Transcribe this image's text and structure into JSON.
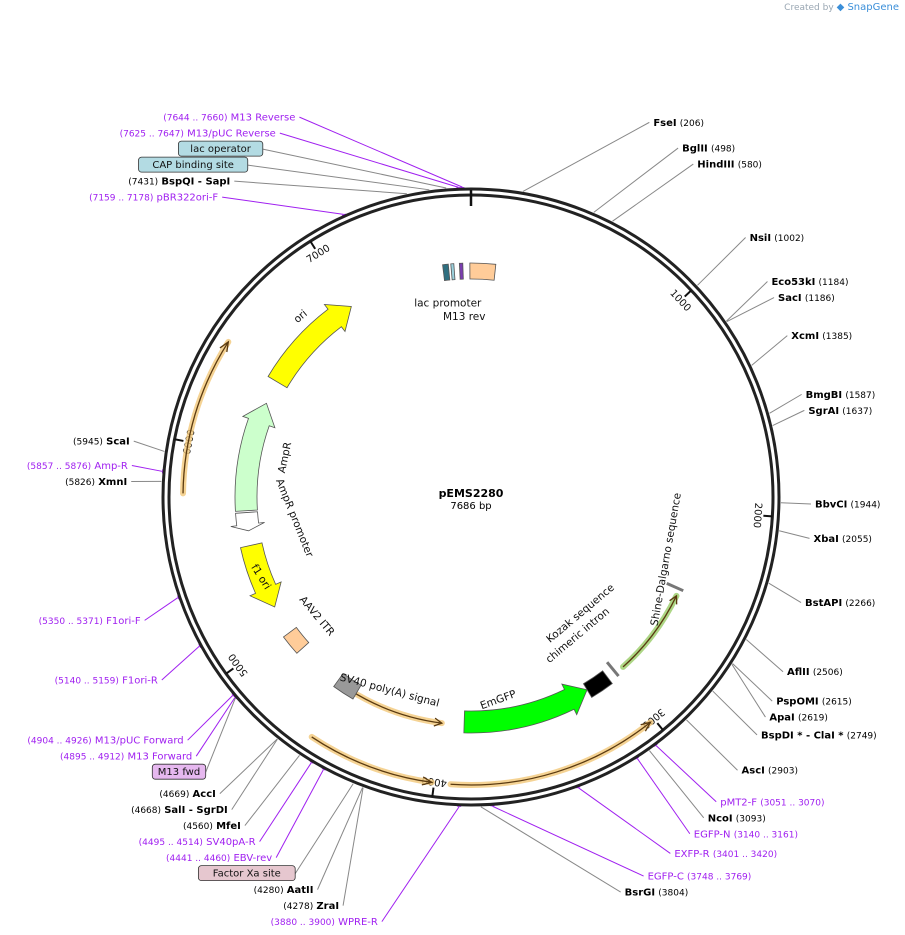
{
  "credit": {
    "prefix": "Created by",
    "brand": "SnapGene"
  },
  "plasmid": {
    "name": "pEMS2280",
    "size_label": "7686 bp",
    "length": 7686
  },
  "ticks": [
    {
      "label": "1000",
      "bp": 1000
    },
    {
      "label": "2000",
      "bp": 2000
    },
    {
      "label": "3000",
      "bp": 3000
    },
    {
      "label": "4000",
      "bp": 4000
    },
    {
      "label": "5000",
      "bp": 5000
    },
    {
      "label": "6000",
      "bp": 6000
    },
    {
      "label": "7000",
      "bp": 7000
    }
  ],
  "features": [
    {
      "name": "lac promoter",
      "start": 7537,
      "end": 7567,
      "color": "#2f6f80",
      "type": "box"
    },
    {
      "name": "lac operator",
      "start": 7580,
      "end": 7596,
      "color": "#9ad0dc",
      "type": "box"
    },
    {
      "name": "M13 rev",
      "start": 7625,
      "end": 7643,
      "color": "#7a3db0",
      "type": "box"
    },
    {
      "name": "AAV2 ITR",
      "start": 7680,
      "end": 130,
      "color": "#ffcc99",
      "type": "box"
    },
    {
      "name": "ori",
      "start": 6420,
      "end": 7000,
      "color": "#ffff00",
      "type": "arrow",
      "dir": 1
    },
    {
      "name": "AmpR",
      "start": 5690,
      "end": 6290,
      "color": "#ccffcc",
      "type": "arrow",
      "dir": 1
    },
    {
      "name": "AmpR promoter",
      "start": 5580,
      "end": 5680,
      "color": "#ffffff",
      "type": "arrow",
      "dir": -1
    },
    {
      "name": "f1 ori",
      "start": 5140,
      "end": 5500,
      "color": "#ffff00",
      "type": "arrow",
      "dir": -1
    },
    {
      "name": "AAV2 ITR",
      "start": 4870,
      "end": 4980,
      "color": "#ffcc99",
      "type": "box"
    },
    {
      "name": "SV40 poly(A) signal",
      "start": 4490,
      "end": 4610,
      "color": "#999999",
      "type": "box"
    },
    {
      "name": "EmGFP",
      "start": 3180,
      "end": 3880,
      "color": "#00ff00",
      "type": "arrow",
      "dir": -1
    },
    {
      "name": "chimeric intron",
      "start": 3050,
      "end": 3180,
      "color": "#000000",
      "type": "box"
    },
    {
      "name": "Kozak sequence",
      "start": 3000,
      "end": 3010,
      "color": "#999999",
      "type": "tick"
    },
    {
      "name": "Shine-Dalgarno sequence",
      "start": 2430,
      "end": 2440,
      "color": "#999999",
      "type": "tick"
    }
  ],
  "orf_arcs": [
    {
      "start": 2470,
      "end": 2950,
      "dir": -1,
      "inner": true,
      "color": "#99cc66"
    },
    {
      "start": 3020,
      "end": 3930,
      "dir": -1,
      "inner": false,
      "color": "#f2c879"
    },
    {
      "start": 4000,
      "end": 4530,
      "dir": -1,
      "inner": true,
      "color": "#f2c879"
    },
    {
      "start": 4010,
      "end": 4560,
      "dir": -1,
      "inner": false,
      "color": "#f2c879"
    },
    {
      "start": 5780,
      "end": 6460,
      "dir": 1,
      "inner": false,
      "color": "#f2c879"
    }
  ],
  "enzymes": [
    {
      "name": "FseI",
      "pos": "(206)",
      "bp": 206
    },
    {
      "name": "BglII",
      "pos": "(498)",
      "bp": 498
    },
    {
      "name": "HindIII",
      "pos": "(580)",
      "bp": 580
    },
    {
      "name": "NsiI",
      "pos": "(1002)",
      "bp": 1002
    },
    {
      "name": "Eco53kI",
      "pos": "(1184)",
      "bp": 1184
    },
    {
      "name": "SacI",
      "pos": "(1186)",
      "bp": 1186
    },
    {
      "name": "XcmI",
      "pos": "(1385)",
      "bp": 1385
    },
    {
      "name": "BmgBI",
      "pos": "(1587)",
      "bp": 1587
    },
    {
      "name": "SgrAI",
      "pos": "(1637)",
      "bp": 1637
    },
    {
      "name": "BbvCI",
      "pos": "(1944)",
      "bp": 1944
    },
    {
      "name": "XbaI",
      "pos": "(2055)",
      "bp": 2055
    },
    {
      "name": "BstAPI",
      "pos": "(2266)",
      "bp": 2266
    },
    {
      "name": "AflII",
      "pos": "(2506)",
      "bp": 2506
    },
    {
      "name": "PspOMI",
      "pos": "(2615)",
      "bp": 2615
    },
    {
      "name": "ApaI",
      "pos": "(2619)",
      "bp": 2619
    },
    {
      "name": "BspDI * - ClaI *",
      "pos": "(2749)",
      "bp": 2749
    },
    {
      "name": "AscI",
      "pos": "(2903)",
      "bp": 2903
    },
    {
      "name": "NcoI",
      "pos": "(3093)",
      "bp": 3093
    },
    {
      "name": "BsrGI",
      "pos": "(3804)",
      "bp": 3804
    },
    {
      "name": "ZraI",
      "pos": "(4278)",
      "bp": 4278
    },
    {
      "name": "AatII",
      "pos": "(4280)",
      "bp": 4280
    },
    {
      "name": "MfeI",
      "pos": "(4560)",
      "bp": 4560
    },
    {
      "name": "SalI - SgrDI",
      "pos": "(4668)",
      "bp": 4668
    },
    {
      "name": "AccI",
      "pos": "(4669)",
      "bp": 4669
    },
    {
      "name": "XmnI",
      "pos": "(5826)",
      "bp": 5826
    },
    {
      "name": "ScaI",
      "pos": "(5945)",
      "bp": 5945
    },
    {
      "name": "BspQI - SapI",
      "pos": "(7431)",
      "bp": 7431
    }
  ],
  "primers": [
    {
      "name": "M13 Reverse",
      "pos": "(7644 .. 7660)",
      "bp": 7652
    },
    {
      "name": "M13/pUC Reverse",
      "pos": "(7625 .. 7647)",
      "bp": 7636
    },
    {
      "name": "pBR322ori-F",
      "pos": "(7159 .. 7178)",
      "bp": 7168
    },
    {
      "name": "Amp-R",
      "pos": "(5857 .. 5876)",
      "bp": 5866
    },
    {
      "name": "F1ori-F",
      "pos": "(5350 .. 5371)",
      "bp": 5360
    },
    {
      "name": "F1ori-R",
      "pos": "(5140 .. 5159)",
      "bp": 5150
    },
    {
      "name": "M13/pUC Forward",
      "pos": "(4904 .. 4926)",
      "bp": 4915
    },
    {
      "name": "M13 Forward",
      "pos": "(4895 .. 4912)",
      "bp": 4903
    },
    {
      "name": "SV40pA-R",
      "pos": "(4495 .. 4514)",
      "bp": 4505
    },
    {
      "name": "EBV-rev",
      "pos": "(4441 .. 4460)",
      "bp": 4450
    },
    {
      "name": "WPRE-R",
      "pos": "(3880 .. 3900)",
      "bp": 3890
    },
    {
      "name": "EGFP-C",
      "pos": "(3748 .. 3769)",
      "bp": 3758
    },
    {
      "name": "EXFP-R",
      "pos": "(3401 .. 3420)",
      "bp": 3410
    },
    {
      "name": "EGFP-N",
      "pos": "(3140 .. 3161)",
      "bp": 3150
    },
    {
      "name": "pMT2-F",
      "pos": "(3051 .. 3070)",
      "bp": 3060
    }
  ],
  "boxed_labels": [
    {
      "name": "lac operator",
      "bp": 7588,
      "fill": "#b3dbe3"
    },
    {
      "name": "CAP binding site",
      "bp": 7521,
      "fill": "#b3dbe3"
    },
    {
      "name": "M13 fwd",
      "bp": 4900,
      "fill": "#e6b8ef"
    },
    {
      "name": "Factor Xa site",
      "bp": 4320,
      "fill": "#e6c7cf"
    }
  ]
}
